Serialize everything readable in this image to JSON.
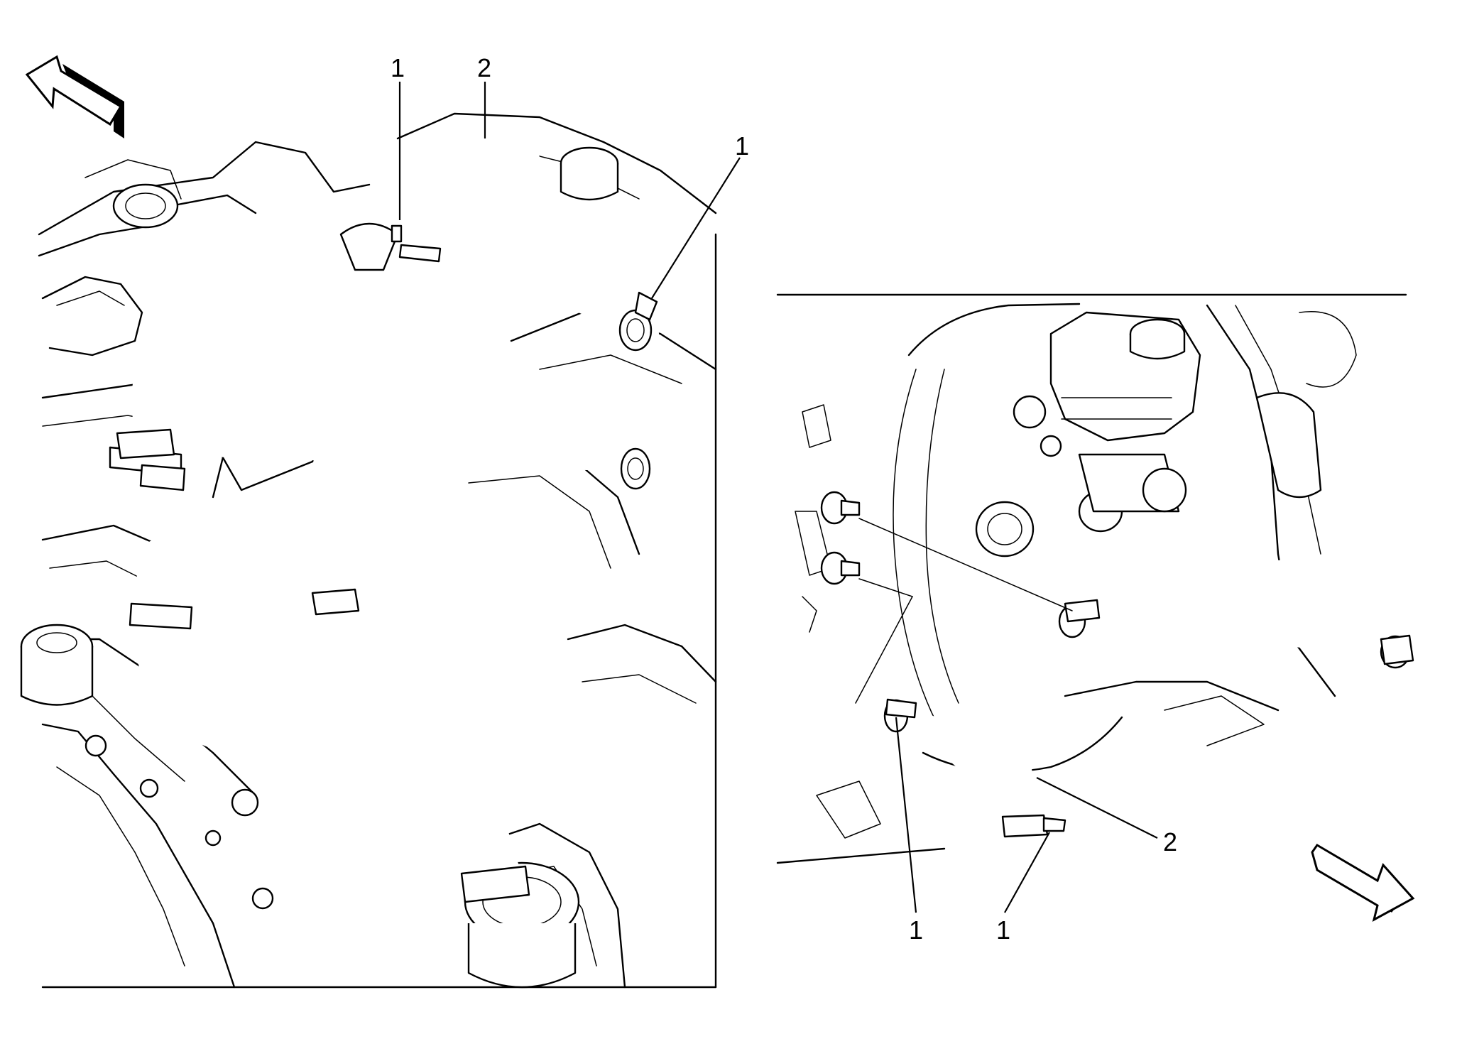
{
  "colors": {
    "ink": "#000000",
    "paper": "#ffffff"
  },
  "left_view": {
    "callouts": {
      "clamp_1a": "1",
      "hose_2": "2",
      "clamp_1b": "1"
    }
  },
  "right_view": {
    "callouts": {
      "hose_2": "2",
      "clamp_1a": "1",
      "clamp_1b": "1"
    }
  },
  "icons": {
    "left_view_arrow": "front-direction-arrow-icon",
    "right_view_arrow": "front-direction-arrow-icon"
  }
}
